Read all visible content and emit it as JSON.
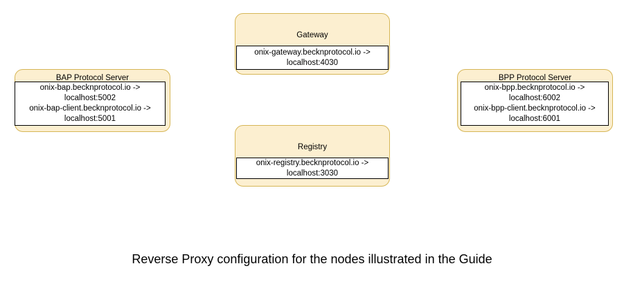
{
  "diagram": {
    "caption": "Reverse Proxy configuration for the nodes illustrated in the Guide",
    "colors": {
      "node_fill": "#fcefd0",
      "node_border": "#d6b656",
      "panel_fill": "#ffffff",
      "panel_border": "#000000",
      "text": "#000000",
      "background": "#ffffff"
    },
    "nodes": [
      {
        "id": "gateway",
        "title": "Gateway",
        "mappings": [
          {
            "line1": "onix-gateway.becknprotocol.io ->",
            "line2": "localhost:4030"
          }
        ],
        "lines": [
          "onix-gateway.becknprotocol.io ->",
          "localhost:4030"
        ]
      },
      {
        "id": "registry",
        "title": "Registry",
        "mappings": [
          {
            "line1": "onix-registry.becknprotocol.io ->",
            "line2": "localhost:3030"
          }
        ],
        "lines": [
          "onix-registry.becknprotocol.io ->",
          "localhost:3030"
        ]
      },
      {
        "id": "bap",
        "title": "BAP Protocol Server",
        "mappings": [
          {
            "line1": "onix-bap.becknprotocol.io ->",
            "line2": "localhost:5002"
          },
          {
            "line1": "onix-bap-client.becknprotocol.io ->",
            "line2": "localhost:5001"
          }
        ],
        "lines": [
          "onix-bap.becknprotocol.io ->",
          "localhost:5002",
          "onix-bap-client.becknprotocol.io ->",
          "localhost:5001"
        ]
      },
      {
        "id": "bpp",
        "title": "BPP Protocol Server",
        "mappings": [
          {
            "line1": "onix-bpp.becknprotocol.io ->",
            "line2": "localhost:6002"
          },
          {
            "line1": "onix-bpp-client.becknprotocol.io ->",
            "line2": "localhost:6001"
          }
        ],
        "lines": [
          "onix-bpp.becknprotocol.io ->",
          "localhost:6002",
          "onix-bpp-client.becknprotocol.io ->",
          "localhost:6001"
        ]
      }
    ]
  }
}
